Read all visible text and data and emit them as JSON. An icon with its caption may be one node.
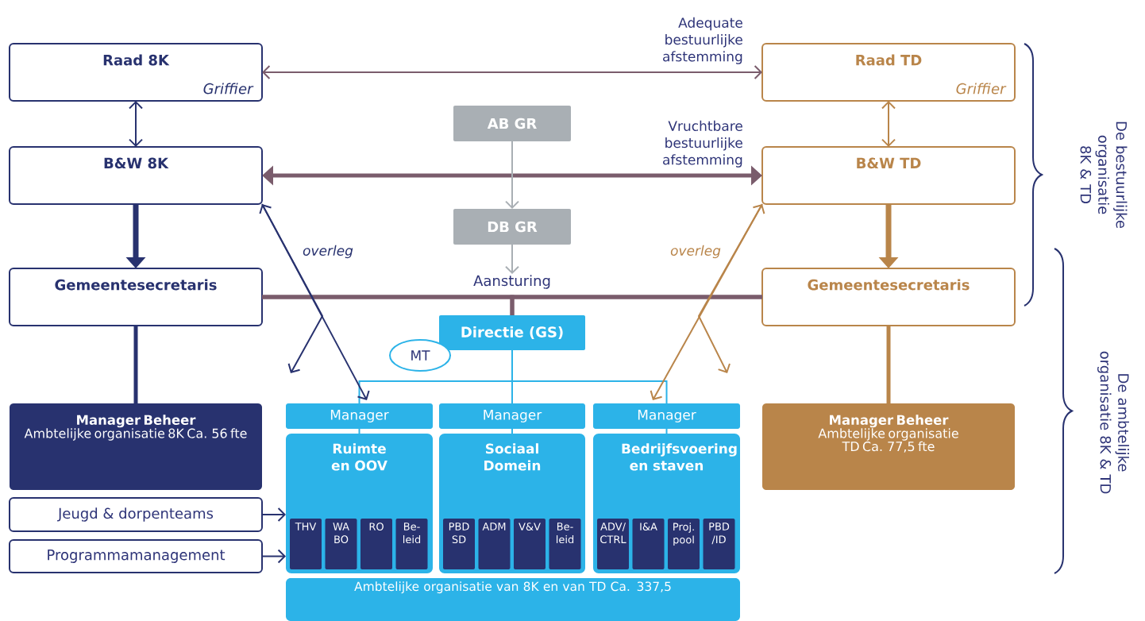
{
  "diagram": {
    "nodes": [
      {
        "text": [
          "Raad 8K",
          "Griffier"
        ]
      },
      {
        "text": [
          "B&W 8K"
        ]
      },
      {
        "text": [
          "Gemeentesecretaris"
        ]
      },
      {
        "text": [
          "Manager Beheer",
          "Ambtelijke organisatie 8K Ca. 56 fte"
        ]
      },
      {
        "text": [
          "Jeugd & dorpenteams"
        ]
      },
      {
        "text": [
          "Programmamanagement"
        ]
      },
      {
        "text": [
          "Raad TD",
          "Griffier"
        ]
      },
      {
        "text": [
          "B&W TD"
        ]
      },
      {
        "text": [
          "Gemeentesecretaris"
        ]
      },
      {
        "text": [
          "Manager Beheer",
          "Ambtelijke organisatie TD Ca. 77,5 fte"
        ]
      },
      {
        "text": [
          "AB GR"
        ]
      },
      {
        "text": [
          "DB GR"
        ]
      },
      {
        "text": [
          "Aansturing"
        ]
      },
      {
        "text": [
          "Directie (GS)"
        ]
      },
      {
        "text": [
          "MT"
        ]
      },
      {
        "text": [
          "Manager"
        ]
      },
      {
        "text": [
          "Manager"
        ]
      },
      {
        "text": [
          "Manager"
        ]
      },
      {
        "text": [
          "Ruimte en OOV"
        ]
      },
      {
        "text": [
          "THV"
        ],
        "in": 18
      },
      {
        "text": [
          "WA BO"
        ],
        "in": 18
      },
      {
        "text": [
          "RO"
        ],
        "in": 18
      },
      {
        "text": [
          "Be- leid"
        ],
        "in": 18
      },
      {
        "text": [
          "Sociaal Domein"
        ]
      },
      {
        "text": [
          "PBD SD"
        ],
        "in": 23
      },
      {
        "text": [
          "ADM"
        ],
        "in": 23
      },
      {
        "text": [
          "V&V"
        ],
        "in": 23
      },
      {
        "text": [
          "Be- leid"
        ],
        "in": 23
      },
      {
        "text": [
          "Bedrijfsvoering en staven"
        ]
      },
      {
        "text": [
          "ADV/ CTRL"
        ],
        "in": 28
      },
      {
        "text": [
          "I&A"
        ],
        "in": 28
      },
      {
        "text": [
          "Proj. pool"
        ],
        "in": 28
      },
      {
        "text": [
          "PBD /ID"
        ],
        "in": 28
      },
      {
        "text": [
          "Ambtelijke organisatie van 8K en van TD Ca. 337,5"
        ]
      }
    ],
    "edges": [
      {
        "from": 0,
        "to": 1,
        "arrow": "both",
        "color": "#28326f"
      },
      {
        "from": 1,
        "to": 2,
        "arrow": "to",
        "style": "thick",
        "color": "#28326f"
      },
      {
        "from": 2,
        "to": 3,
        "arrow": "none",
        "style": "thick",
        "color": "#28326f"
      },
      {
        "from": 4,
        "to": 18,
        "arrow": "to",
        "color": "#28326f"
      },
      {
        "from": 5,
        "to": 18,
        "arrow": "to",
        "color": "#28326f"
      },
      {
        "from": 6,
        "to": 7,
        "arrow": "both",
        "color": "#b9854a"
      },
      {
        "from": 7,
        "to": 8,
        "arrow": "to",
        "style": "thick",
        "color": "#b9854a"
      },
      {
        "from": 8,
        "to": 9,
        "arrow": "none",
        "style": "thick",
        "color": "#b9854a"
      },
      {
        "from": 0,
        "to": 6,
        "arrow": "both",
        "label": "Adequate bestuurlijke afstemming",
        "color": "#7a5c6c"
      },
      {
        "from": 1,
        "to": 7,
        "arrow": "both",
        "style": "thick",
        "label": "Vruchtbare bestuurlijke afstemming",
        "color": "#7a5c6c"
      },
      {
        "from": 2,
        "to": 8,
        "arrow": "none",
        "style": "thick",
        "color": "#7a5c6c"
      },
      {
        "from": 2,
        "to": 13,
        "arrow": "none",
        "style": "thick",
        "color": "#7a5c6c"
      },
      {
        "from": 8,
        "to": 13,
        "arrow": "none",
        "style": "thick",
        "color": "#7a5c6c"
      },
      {
        "from": 10,
        "to": 11,
        "arrow": "to",
        "color": "#a9afb4"
      },
      {
        "from": 11,
        "to": 12,
        "arrow": "to",
        "color": "#a9afb4"
      },
      {
        "from": 13,
        "to": 15,
        "arrow": "none",
        "color": "#2cb3e8"
      },
      {
        "from": 13,
        "to": 16,
        "arrow": "none",
        "color": "#2cb3e8"
      },
      {
        "from": 13,
        "to": 17,
        "arrow": "none",
        "color": "#2cb3e8"
      },
      {
        "from": 15,
        "to": 18,
        "arrow": "none",
        "color": "#2cb3e8"
      },
      {
        "from": 16,
        "to": 23,
        "arrow": "none",
        "color": "#2cb3e8"
      },
      {
        "from": 17,
        "to": 28,
        "arrow": "none",
        "color": "#2cb3e8"
      },
      {
        "from": 1,
        "to": 15,
        "arrow": "both",
        "label": "overleg",
        "color": "#28326f"
      },
      {
        "from": 1,
        "to": null,
        "arrow": "to",
        "color": "#28326f"
      },
      {
        "from": 7,
        "to": 17,
        "arrow": "both",
        "label": "overleg",
        "color": "#b9854a"
      },
      {
        "from": 7,
        "to": null,
        "arrow": "to",
        "color": "#b9854a"
      }
    ],
    "labels": [
      "De bestuurlijke organisatie 8K & TD",
      "De ambtelijke organisatie 8K & TD"
    ]
  }
}
